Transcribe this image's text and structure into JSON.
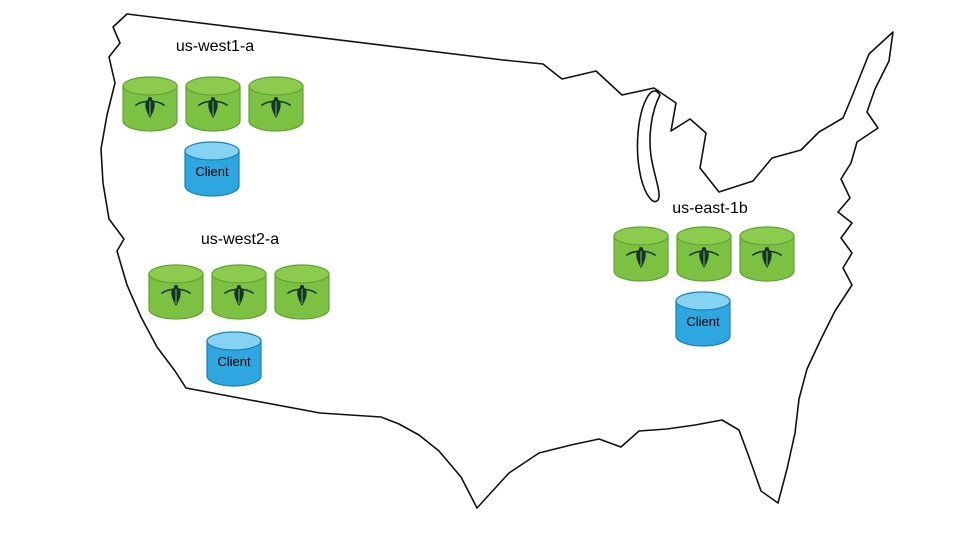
{
  "diagram": {
    "type": "deployment-topology-map",
    "regions": [
      {
        "label": "us-west1-a",
        "node_count": 3,
        "node_icon": "cockroachdb-icon",
        "client_label": "Client"
      },
      {
        "label": "us-west2-a",
        "node_count": 3,
        "node_icon": "cockroachdb-icon",
        "client_label": "Client"
      },
      {
        "label": "us-east-1b",
        "node_count": 3,
        "node_icon": "cockroachdb-icon",
        "client_label": "Client"
      }
    ],
    "colors": {
      "db_node_fill": "#7DC142",
      "db_node_top": "#8CCB4E",
      "db_node_stroke": "#5FA332",
      "client_fill": "#2EA7E0",
      "client_top": "#85D2F2",
      "client_stroke": "#1881B5",
      "map_outline": "#111111",
      "logo": "#12342A",
      "background": "#FFFFFF"
    }
  }
}
